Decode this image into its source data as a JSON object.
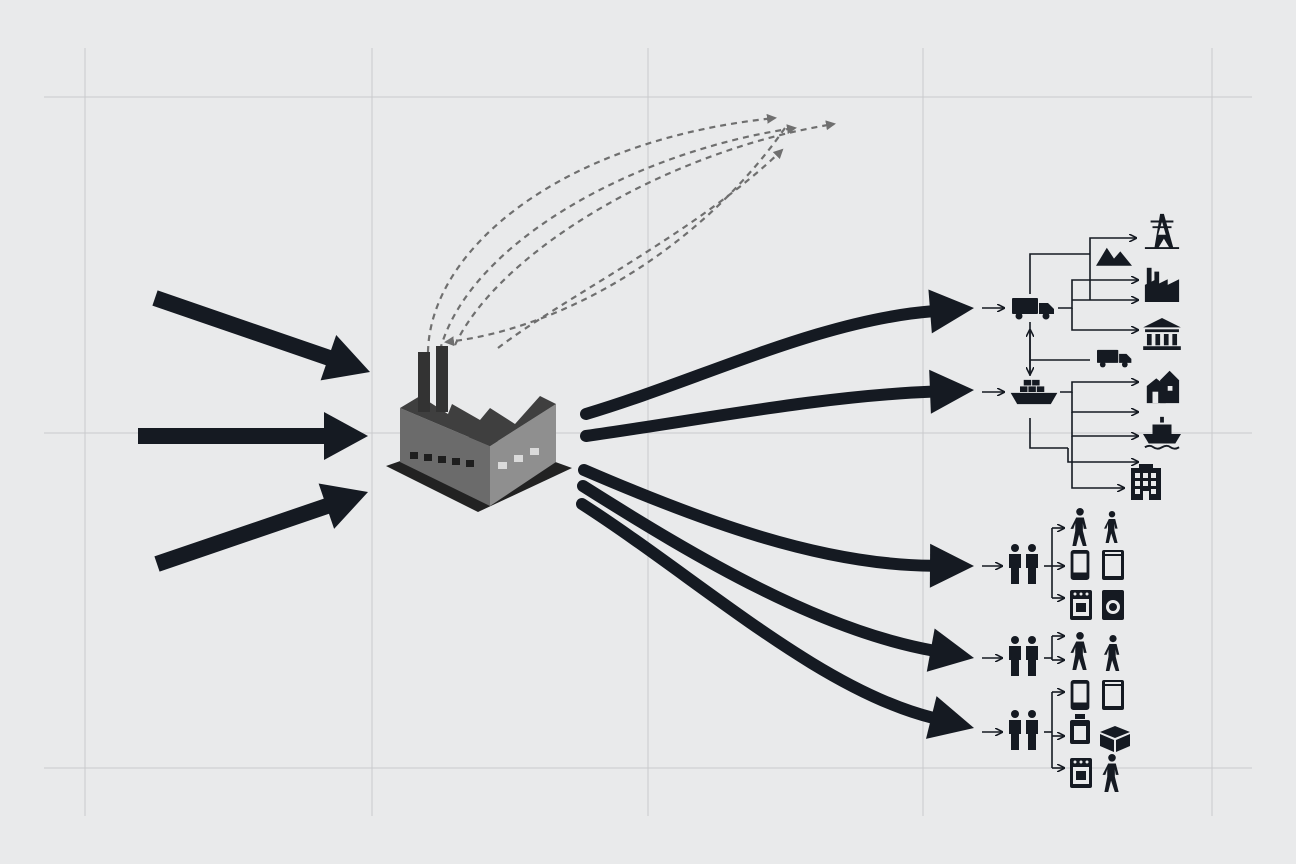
{
  "canvas": {
    "background": "#e9eaeb",
    "grid_color": "#c9cacc"
  },
  "colors": {
    "ink": "#151a22",
    "dash": "#6f6f6f",
    "factory_dark": "#3f3f3f",
    "factory_mid": "#6b6b6b",
    "factory_light": "#8f8f8f"
  },
  "grid": {
    "lines": 8,
    "style": "thin"
  },
  "inputs": {
    "count": 3,
    "items": [
      {
        "name": "input-arrow-top"
      },
      {
        "name": "input-arrow-middle"
      },
      {
        "name": "input-arrow-bottom"
      }
    ]
  },
  "factory": {
    "icon": "factory-icon"
  },
  "feedback": {
    "count": 5,
    "style": "dashed",
    "name": "feedback-loop-arrow"
  },
  "outputs": {
    "count": 5,
    "items": [
      {
        "name": "output-arrow-truck-logistics"
      },
      {
        "name": "output-arrow-ship-logistics"
      },
      {
        "name": "output-arrow-people-group-1"
      },
      {
        "name": "output-arrow-people-group-2"
      },
      {
        "name": "output-arrow-people-group-3"
      }
    ]
  },
  "logistics": {
    "hubs": [
      "truck-icon",
      "ship-icon"
    ],
    "secondary": [
      "truck-icon"
    ],
    "destinations": [
      "power-tower-icon",
      "mountains-icon",
      "factory-small-icon",
      "bank-icon",
      "houses-icon",
      "boat-icon",
      "office-building-icon"
    ]
  },
  "consumers": {
    "groups": [
      {
        "source": "people-icon",
        "items": [
          "walking-person-icon",
          "standing-person-icon",
          "phone-icon",
          "appliance-icon",
          "oven-icon",
          "washing-machine-icon"
        ]
      },
      {
        "source": "people-icon",
        "items": [
          "walking-person-icon",
          "walking-person-icon"
        ]
      },
      {
        "source": "people-icon",
        "items": [
          "phone-icon",
          "appliance-icon",
          "jar-icon",
          "box-icon",
          "oven-icon",
          "walking-person-icon"
        ]
      }
    ]
  }
}
